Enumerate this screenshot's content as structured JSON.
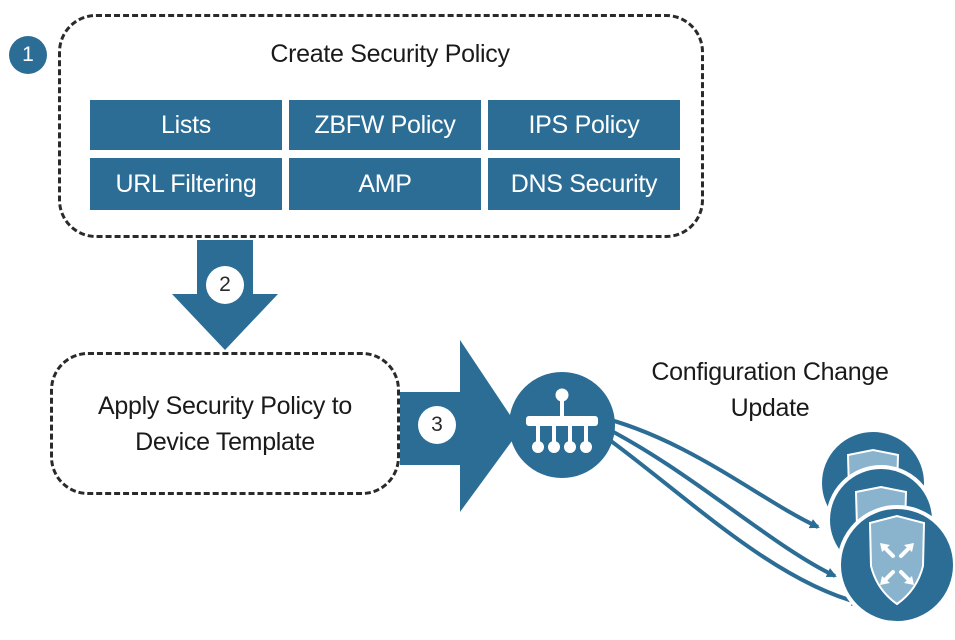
{
  "steps": {
    "one": "1",
    "two": "2",
    "three": "3"
  },
  "policy_box": {
    "title": "Create Security Policy",
    "tiles": [
      "Lists",
      "ZBFW Policy",
      "IPS Policy",
      "URL Filtering",
      "AMP",
      "DNS Security"
    ]
  },
  "apply_box": {
    "line1": "Apply Security Policy to",
    "line2": "Device Template"
  },
  "update_label": {
    "line1": "Configuration Change",
    "line2": "Update"
  },
  "icons": {
    "controller": "network-hub-icon",
    "devices": "security-router-icon"
  },
  "colors": {
    "accent": "#2c6d96",
    "accent_light": "#8ab3cd",
    "border": "#2a2a2a"
  }
}
